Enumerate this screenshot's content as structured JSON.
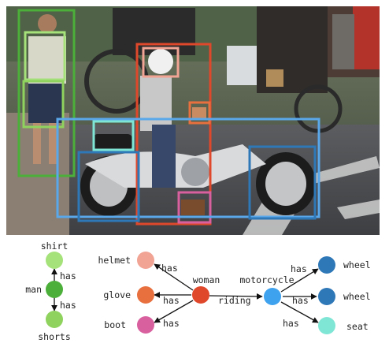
{
  "detection_image": {
    "boxes": [
      {
        "label": "man",
        "color": "#4caf3a"
      },
      {
        "label": "shirt",
        "color": "#a6e27a"
      },
      {
        "label": "shorts",
        "color": "#8fd35e"
      },
      {
        "label": "woman",
        "color": "#e0482b"
      },
      {
        "label": "helmet",
        "color": "#f1a394"
      },
      {
        "label": "glove",
        "color": "#e8703f"
      },
      {
        "label": "boot",
        "color": "#d9609f"
      },
      {
        "label": "motorcycle",
        "color": "#5aa7ea"
      },
      {
        "label": "wheel",
        "color": "#2f78b8"
      },
      {
        "label": "wheel",
        "color": "#2f78b8"
      },
      {
        "label": "seat",
        "color": "#7fe6d6"
      }
    ]
  },
  "scene_graph": {
    "nodes": {
      "shirt": {
        "label": "shirt",
        "color": "#a6e27a"
      },
      "man": {
        "label": "man",
        "color": "#4caf3a"
      },
      "shorts": {
        "label": "shorts",
        "color": "#8fd35e"
      },
      "helmet": {
        "label": "helmet",
        "color": "#f1a394"
      },
      "glove": {
        "label": "glove",
        "color": "#e8703f"
      },
      "boot": {
        "label": "boot",
        "color": "#d9609f"
      },
      "woman": {
        "label": "woman",
        "color": "#e0482b"
      },
      "motorcycle": {
        "label": "motorcycle",
        "color": "#3ea2ee"
      },
      "wheel1": {
        "label": "wheel",
        "color": "#2f78b8"
      },
      "wheel2": {
        "label": "wheel",
        "color": "#2f78b8"
      },
      "seat": {
        "label": "seat",
        "color": "#7fe6d6"
      }
    },
    "edges": [
      {
        "from": "man",
        "to": "shirt",
        "label": "has"
      },
      {
        "from": "man",
        "to": "shorts",
        "label": "has"
      },
      {
        "from": "woman",
        "to": "helmet",
        "label": "has"
      },
      {
        "from": "woman",
        "to": "glove",
        "label": "has"
      },
      {
        "from": "woman",
        "to": "boot",
        "label": "has"
      },
      {
        "from": "woman",
        "to": "motorcycle",
        "label": "riding"
      },
      {
        "from": "motorcycle",
        "to": "wheel1",
        "label": "has"
      },
      {
        "from": "motorcycle",
        "to": "wheel2",
        "label": "has"
      },
      {
        "from": "motorcycle",
        "to": "seat",
        "label": "has"
      }
    ]
  }
}
